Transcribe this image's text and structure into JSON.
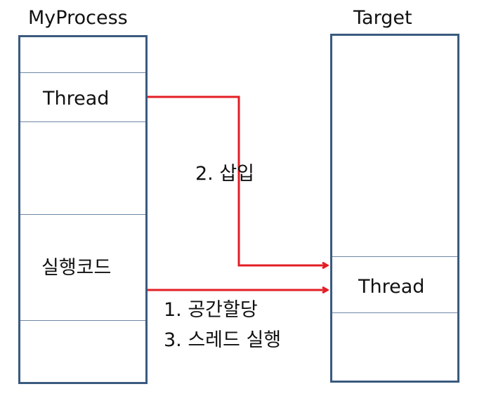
{
  "left_column": {
    "title": "MyProcess",
    "thread_label": "Thread",
    "code_label": "실행코드"
  },
  "right_column": {
    "title": "Target",
    "thread_label": "Thread"
  },
  "annotations": {
    "inject": "2. 삽입",
    "allocate": "1.  공간할당",
    "execute": "3.  스레드 실행"
  },
  "colors": {
    "box_border": "#3a5a7f",
    "divider": "#6f87a3",
    "arrow": "#e31e24"
  }
}
